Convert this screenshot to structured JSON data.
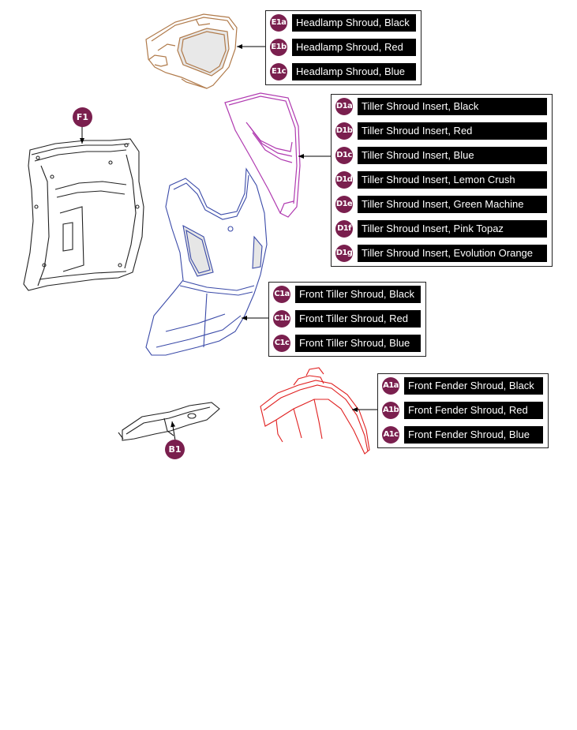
{
  "groups": {
    "headlamp": {
      "items": [
        {
          "code": "E1a",
          "label": "Headlamp Shroud, Black"
        },
        {
          "code": "E1b",
          "label": "Headlamp Shroud, Red"
        },
        {
          "code": "E1c",
          "label": "Headlamp Shroud, Blue"
        }
      ]
    },
    "tiller_insert": {
      "items": [
        {
          "code": "D1a",
          "label": "Tiller Shroud Insert, Black"
        },
        {
          "code": "D1b",
          "label": "Tiller Shroud Insert, Red"
        },
        {
          "code": "D1c",
          "label": "Tiller Shroud Insert, Blue"
        },
        {
          "code": "D1d",
          "label": "Tiller Shroud Insert, Lemon Crush"
        },
        {
          "code": "D1e",
          "label": "Tiller Shroud Insert, Green Machine"
        },
        {
          "code": "D1f",
          "label": "Tiller Shroud Insert, Pink Topaz"
        },
        {
          "code": "D1g",
          "label": "Tiller Shroud Insert, Evolution Orange"
        }
      ]
    },
    "front_tiller": {
      "items": [
        {
          "code": "C1a",
          "label": "Front Tiller Shroud, Black"
        },
        {
          "code": "C1b",
          "label": "Front Tiller Shroud, Red"
        },
        {
          "code": "C1c",
          "label": "Front Tiller Shroud, Blue"
        }
      ]
    },
    "front_fender": {
      "items": [
        {
          "code": "A1a",
          "label": "Front Fender Shroud, Black"
        },
        {
          "code": "A1b",
          "label": "Front Fender Shroud, Red"
        },
        {
          "code": "A1c",
          "label": "Front Fender Shroud, Blue"
        }
      ]
    }
  },
  "standalone": {
    "f1": "F1",
    "b1": "B1"
  },
  "colors": {
    "badge": "#7a1f4e",
    "headlamp_part": "#b07a4a",
    "tiller_insert_part": "#b03ab0",
    "front_tiller_part": "#3a4aa8",
    "front_fender_part": "#e02020",
    "rear_part": "#222222"
  },
  "icons": [
    "headlamp-shroud-drawing",
    "tiller-shroud-insert-drawing",
    "front-tiller-shroud-drawing",
    "front-fender-shroud-drawing",
    "rear-shroud-drawing",
    "bracket-drawing"
  ]
}
